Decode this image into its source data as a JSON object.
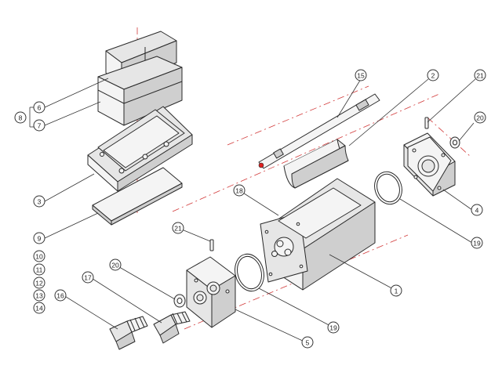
{
  "diagram": {
    "parts": [
      {
        "key": "p1",
        "label": "1"
      },
      {
        "key": "p2",
        "label": "2"
      },
      {
        "key": "p3",
        "label": "3"
      },
      {
        "key": "p4",
        "label": "4"
      },
      {
        "key": "p5",
        "label": "5"
      },
      {
        "key": "p6",
        "label": "6"
      },
      {
        "key": "p7",
        "label": "7"
      },
      {
        "key": "p8",
        "label": "8"
      },
      {
        "key": "p9",
        "label": "9"
      },
      {
        "key": "p10",
        "label": "10"
      },
      {
        "key": "p11",
        "label": "11"
      },
      {
        "key": "p12",
        "label": "12"
      },
      {
        "key": "p13",
        "label": "13"
      },
      {
        "key": "p14",
        "label": "14"
      },
      {
        "key": "p15",
        "label": "15"
      },
      {
        "key": "p16",
        "label": "16"
      },
      {
        "key": "p17",
        "label": "17"
      },
      {
        "key": "p18",
        "label": "18"
      },
      {
        "key": "p19a",
        "label": "19"
      },
      {
        "key": "p19b",
        "label": "19"
      },
      {
        "key": "p20a",
        "label": "20"
      },
      {
        "key": "p20b",
        "label": "20"
      },
      {
        "key": "p21a",
        "label": "21"
      },
      {
        "key": "p21b",
        "label": "21"
      }
    ],
    "colors": {
      "centerline": "#d23a3a",
      "outline": "#2a2a2a",
      "seal_dot": "#e02020"
    }
  }
}
